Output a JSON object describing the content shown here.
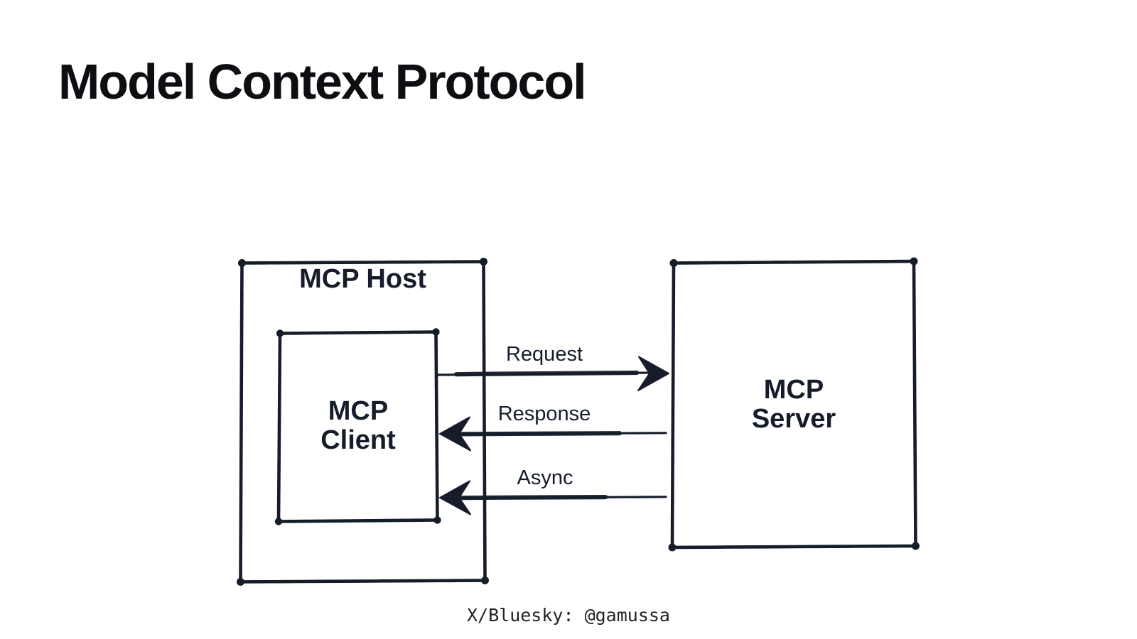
{
  "slide": {
    "title": "Model Context Protocol",
    "footer": "X/Bluesky: @gamussa"
  },
  "diagram": {
    "host_label": "MCP Host",
    "client_label": "MCP\nClient",
    "server_label": "MCP\nServer",
    "arrows": [
      {
        "label": "Request",
        "direction": "right"
      },
      {
        "label": "Response",
        "direction": "left"
      },
      {
        "label": "Async",
        "direction": "left"
      }
    ]
  },
  "theme": {
    "background": "#ffffff",
    "ink": "#161c2a",
    "title_color": "#0e0e12",
    "footer_color": "#232327"
  }
}
